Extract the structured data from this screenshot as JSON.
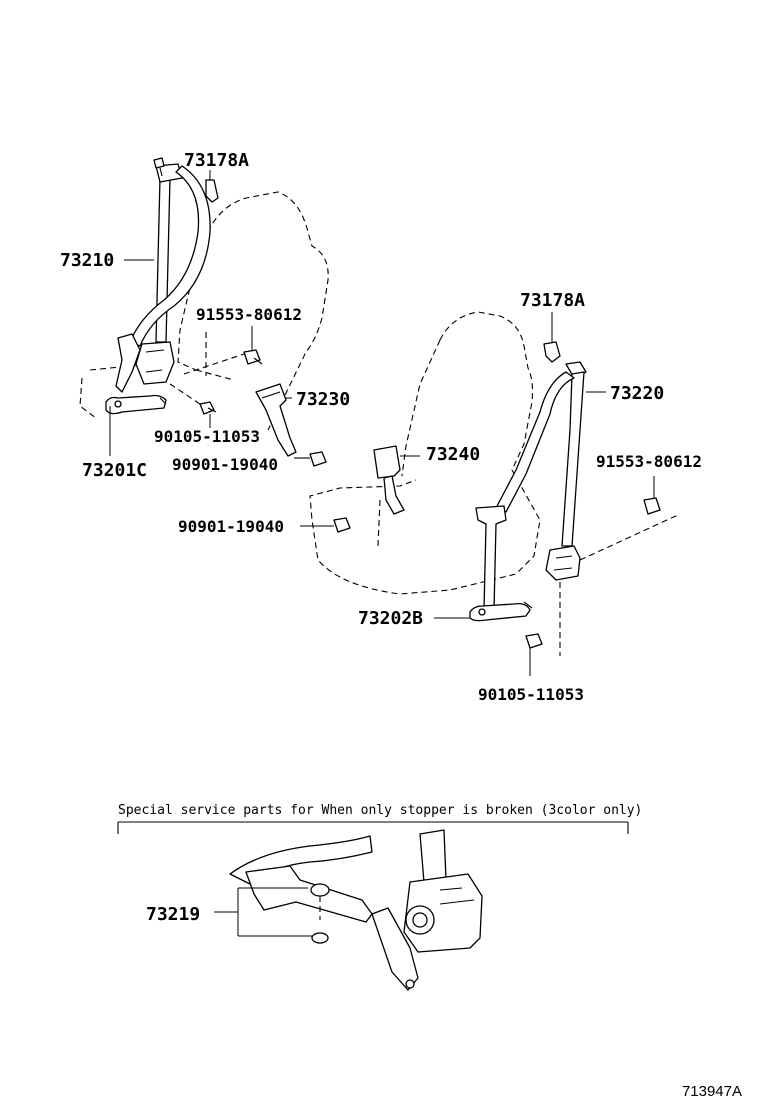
{
  "labels": {
    "p73178a_left": "73178A",
    "p73210": "73210",
    "p91553_left": "91553-80612",
    "p73230": "73230",
    "p90105_left": "90105-11053",
    "p90901_left": "90901-19040",
    "p73201c": "73201C",
    "p73178a_right": "73178A",
    "p73220": "73220",
    "p73240": "73240",
    "p91553_right": "91553-80612",
    "p90901_mid": "90901-19040",
    "p73202b": "73202B",
    "p90105_right": "90105-11053",
    "p73219": "73219"
  },
  "note": "Special service parts for When only stopper is broken (3color only)",
  "figure_id": "713947A"
}
